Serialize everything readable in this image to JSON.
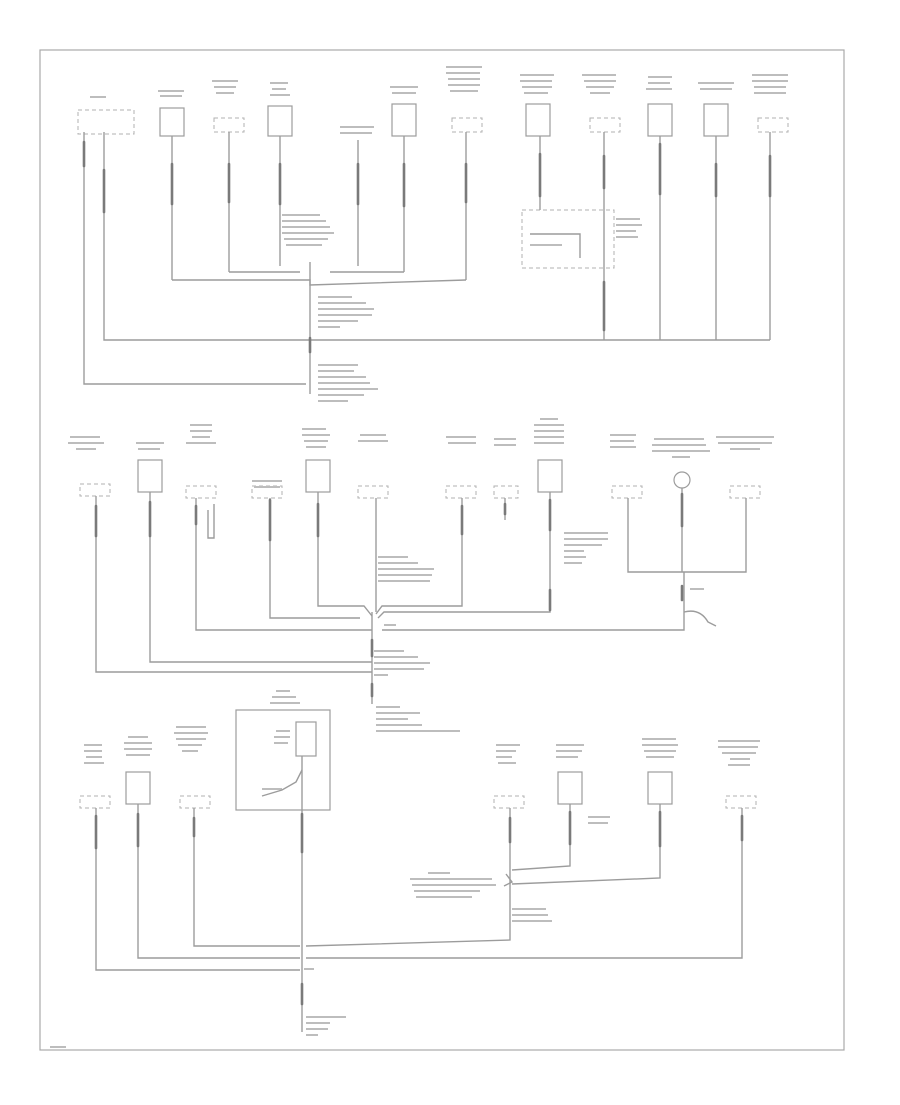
{
  "diagram": {
    "footer_code": "",
    "sections": [
      {
        "id": "top",
        "components": [],
        "notes": []
      },
      {
        "id": "middle",
        "components": [],
        "notes": []
      },
      {
        "id": "bottom",
        "components": [],
        "notes": []
      }
    ]
  },
  "colors": {
    "border": "#a9a9a9",
    "wire": "#9c9c9c",
    "wire_dark": "#6f6f6f",
    "text": "#8a8a8a"
  }
}
